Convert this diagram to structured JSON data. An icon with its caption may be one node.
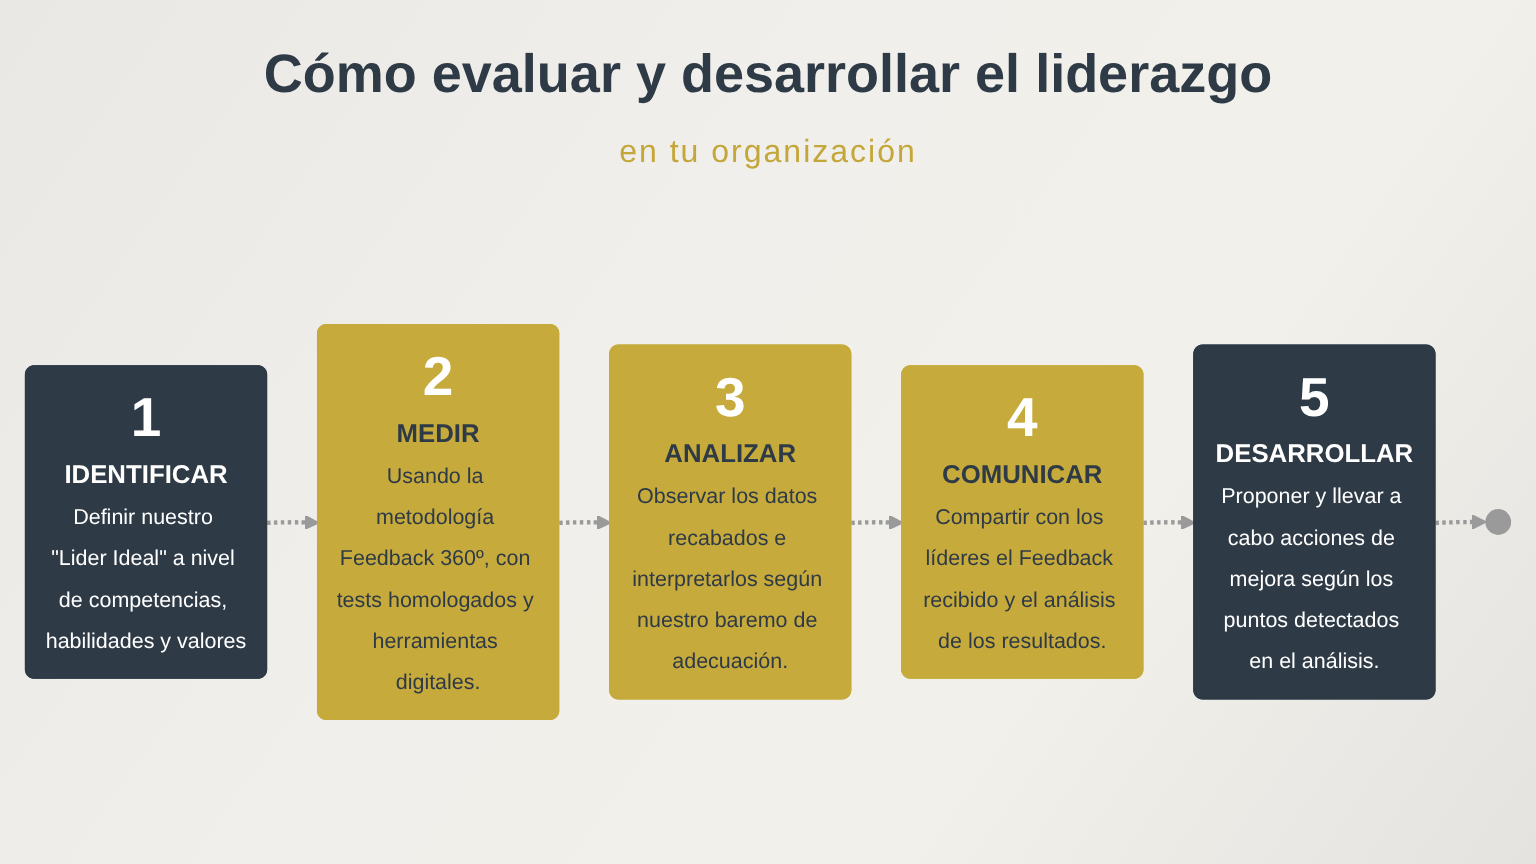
{
  "diagram": {
    "title": "Cómo evaluar y desarrollar el liderazgo",
    "nodes": [
      {
        "text": [
          "1",
          "IDENTIFICAR",
          "Definir nuestro \"Lider Ideal\" a nivel de competencias, habilidades y valores"
        ]
      },
      {
        "text": [
          "2",
          "MEDIR",
          "Usando la metodología Feedback 360º, con tests homologados y herramientas digitales."
        ]
      },
      {
        "text": [
          "3",
          "ANALIZAR",
          "Observar los datos recabados e interpretarlos según nuestro baremo de adecuación."
        ]
      },
      {
        "text": [
          "4",
          "COMUNICAR",
          "Compartir con los líderes el Feedback recibido y el análisis de los resultados."
        ]
      },
      {
        "text": [
          "5",
          "DESARROLLAR",
          "Proponer y llevar a cabo acciones de mejora según los puntos detectados en el análisis."
        ]
      }
    ],
    "edges": [
      {
        "from": 0,
        "to": 1,
        "arrow": "to",
        "style": "dashed"
      },
      {
        "from": 1,
        "to": 2,
        "arrow": "to",
        "style": "dashed"
      },
      {
        "from": 2,
        "to": 3,
        "arrow": "to",
        "style": "dashed"
      },
      {
        "from": 3,
        "to": 4,
        "arrow": "to",
        "style": "dashed"
      },
      {
        "from": 4,
        "to": null,
        "arrow": "to",
        "style": "dashed"
      }
    ],
    "labels": [
      "en tu organización"
    ]
  }
}
